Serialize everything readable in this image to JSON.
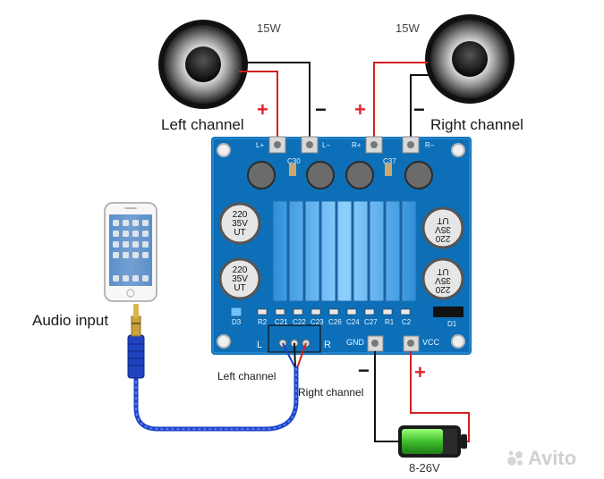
{
  "labels": {
    "left_speaker_power": "15W",
    "right_speaker_power": "15W",
    "left_channel": "Left channel",
    "right_channel": "Right channel",
    "audio_input": "Audio input",
    "cable_left": "Left channel",
    "cable_right": "Right channel",
    "voltage": "8-26V",
    "plus": "+",
    "minus": "−"
  },
  "board": {
    "pin_l_plus": "L+",
    "pin_l_minus": "L−",
    "pin_r_plus": "R+",
    "pin_r_minus": "R−",
    "gnd": "GND",
    "vcc": "VCC",
    "audio_l": "L",
    "audio_r": "R",
    "cap_value": "220",
    "cap_voltage": "35V",
    "cap_series": "UT",
    "parts": [
      "R2",
      "C21",
      "C22",
      "C23",
      "C26",
      "C24",
      "C27",
      "R1",
      "C2"
    ],
    "d3": "D3",
    "d1": "D1",
    "c30": "C30",
    "c37": "C37"
  },
  "watermark": "Avito",
  "colors": {
    "pcb": "#0d6fb8",
    "heatsink": "#4aa8ea",
    "wire_red": "#d42020",
    "wire_black": "#111111",
    "cable_blue": "#1d44c8",
    "battery_green": "#46c83a"
  }
}
